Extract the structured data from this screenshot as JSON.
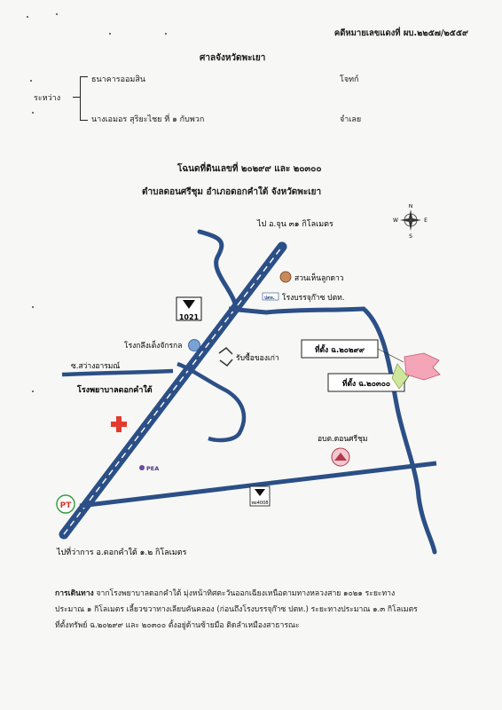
{
  "header": {
    "case_number": "คดีหมายเลขแดงที่ ผบ.๒๒๕๗/๒๕๕๙",
    "court": "ศาลจังหวัดพะเยา"
  },
  "parties": {
    "between_label": "ระหว่าง",
    "plaintiff_name": "ธนาคารออมสิน",
    "plaintiff_role": "โจทก์",
    "defendant_name": "นางเอมอร  สุริยะไชย ที่ ๑ กับพวก",
    "defendant_role": "จำเลย"
  },
  "title": {
    "line1": "โฉนดที่ดินเลขที่ ๒๐๒๙๙ และ ๒๐๓๐๐",
    "line2": "ตำบลดอนศรีชุม อำเภอดอกคำใต้ จังหวัดพะเยา"
  },
  "map": {
    "top_road_label": "ไป อ.จุน ๓๑ กิโลเมตร",
    "bottom_road_label": "ไปที่ว่าการ อ.ดอกคำใต้ ๑.๒ กิโลเมตร",
    "highway_number": "1021",
    "highway_shield_small": "พย4008",
    "soi_label": "ซ.สว่างอารมณ์",
    "landmarks": {
      "garden": "สวนเห็นลูกดาว",
      "gas_plant_brand": "ปตท.",
      "gas_plant": "โรงบรรจุก๊าซ ปตท.",
      "rice_mill": "โรงกลึงเต็งจักรกล",
      "recycle": "รับซื้อของเก่า",
      "hospital": "โรงพยาบาลดอกคำใต้",
      "pea": "PEA",
      "tambon_office": "อบต.ดอนศรีชุม",
      "pt_brand": "PT"
    },
    "plots": [
      {
        "label": "ที่ตั้ง ฉ.๒๐๒๙๙"
      },
      {
        "label": "ที่ตั้ง ฉ.๒๐๓๐๐"
      }
    ],
    "compass": {
      "n": "N",
      "s": "S",
      "e": "E",
      "w": "W"
    },
    "colors": {
      "road": "#2b4f86",
      "highway_dash": "#ffffff",
      "plot_fill": "#f4a6b8",
      "plot_green": "#cfe79a",
      "cross": "#e23b2f"
    }
  },
  "directions": {
    "label": "การเดินทาง",
    "line1": "จากโรงพยาบาลดอกคำใต้ มุ่งหน้าทิศตะวันออกเฉียงเหนือตามทางหลวงสาย ๑๐๒๑ ระยะทาง",
    "line2": "ประมาณ ๑ กิโลเมตร เลี้ยวขวาทางเลียบคันคลอง (ก่อนถึงโรงบรรจุก๊าซ ปตท.) ระยะทางประมาณ ๑.๓ กิโลเมตร",
    "line3": "ที่ตั้งทรัพย์ ฉ.๒๐๒๙๙ และ ๒๐๓๐๐ ตั้งอยู่ด้านซ้ายมือ ติดลำเหมืองสาธารณะ"
  }
}
